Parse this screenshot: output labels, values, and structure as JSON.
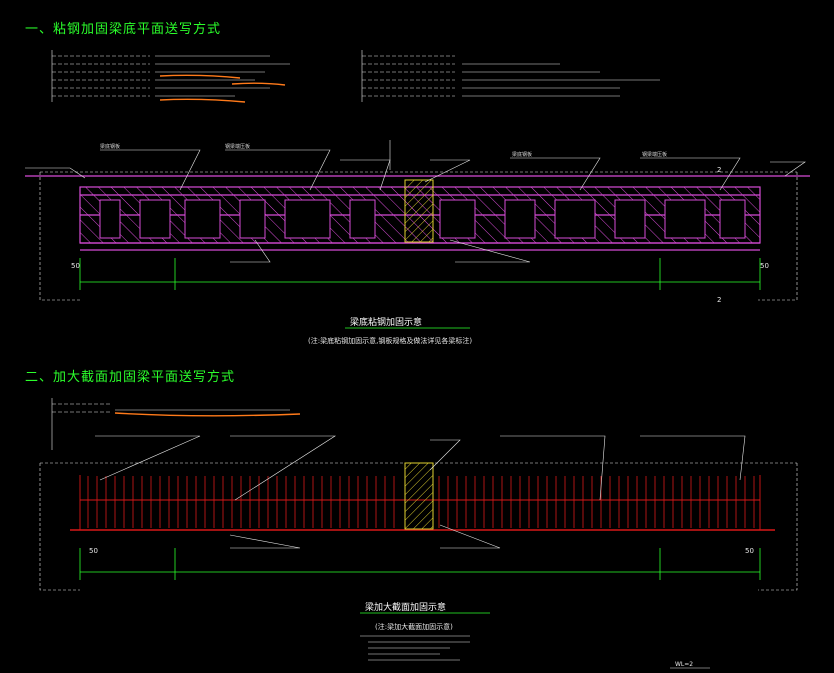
{
  "section1": {
    "heading": "一、粘钢加固梁底平面送写方式",
    "leader_left_1": "梁底钢板",
    "leader_left_2": "钢梁端压板",
    "leader_right_1": "梁底钢板",
    "leader_right_2": "钢梁端压板",
    "caption": "梁底粘钢加固示意",
    "caption_note": "(注:梁底粘钢加固示意,钢板规格及做法详见各梁标注)",
    "dim_left": "50",
    "dim_right": "50",
    "mark_2a": "2",
    "mark_2b": "2"
  },
  "section2": {
    "heading": "二、加大截面加固梁平面送写方式",
    "caption": "梁加大截面加固示意",
    "caption_note": "(注:梁加大截面加固示意)",
    "dim_left": "50",
    "dim_right": "50",
    "footer_mark": "WL=2"
  },
  "colors": {
    "heading": "#2bff2b",
    "beam_magenta": "#d64bd6",
    "beam_red": "#d81818",
    "highlight": "#ff7a1a",
    "hatch": "#e0d030",
    "line": "#e8e8e8"
  }
}
